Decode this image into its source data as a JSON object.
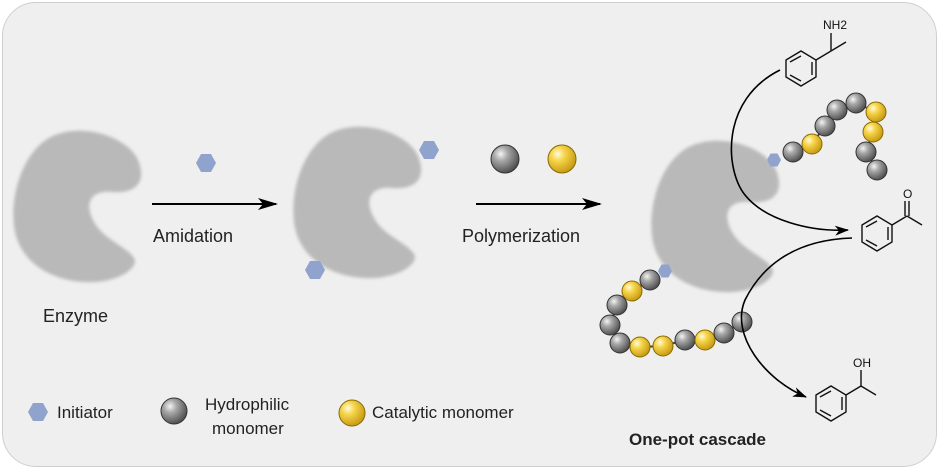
{
  "labels": {
    "enzyme": "Enzyme",
    "amidation": "Amidation",
    "polymerization": "Polymerization",
    "one_pot_cascade": "One-pot cascade"
  },
  "legend": {
    "initiator": "Initiator",
    "hydrophilic_line1": "Hydrophilic",
    "hydrophilic_line2": "monomer",
    "catalytic": "Catalytic monomer"
  },
  "chemistry": {
    "amine_group": "NH2",
    "ketone_group": "O",
    "alcohol_group": "OH"
  },
  "colors": {
    "background": "#efefef",
    "enzyme": "#b9b9b9",
    "initiator": "#8fa3cc",
    "hydrophilic_monomer": "#7d7d7d",
    "catalytic_monomer": "#f2cc3d",
    "arrow": "#000000"
  }
}
